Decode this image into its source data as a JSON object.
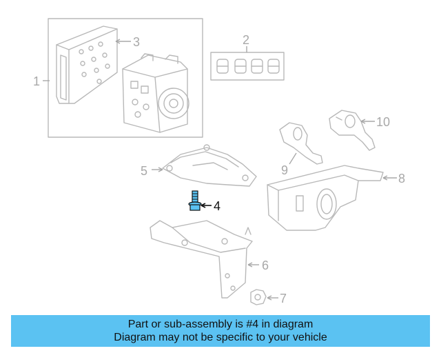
{
  "callouts": {
    "c1": "1",
    "c2": "2",
    "c3": "3",
    "c4": "4",
    "c5": "5",
    "c6": "6",
    "c7": "7",
    "c8": "8",
    "c9": "9",
    "c10": "10"
  },
  "highlight": {
    "color": "#5bc2f2",
    "part": "4"
  },
  "banner": {
    "line1": "Part or sub-assembly is #4 in diagram",
    "line2": "Diagram may not be specific to your vehicle",
    "background": "#5bc2f2"
  }
}
